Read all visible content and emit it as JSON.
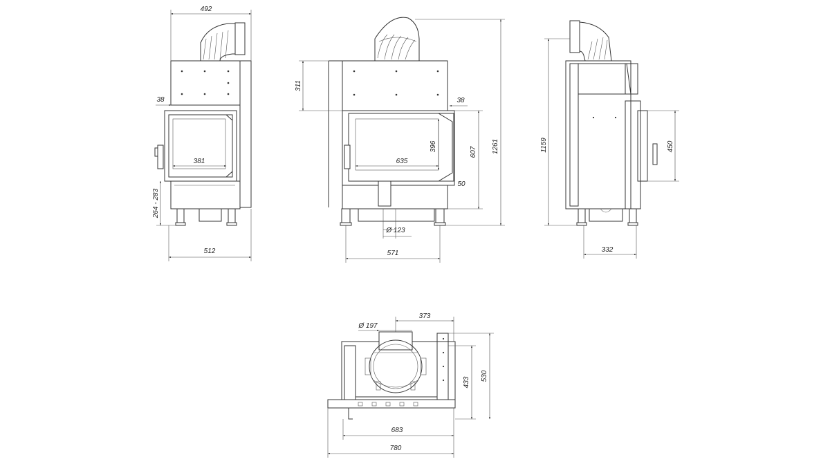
{
  "dimensions": {
    "front_top_width": "492",
    "front_side_offset": "38",
    "front_glass_width": "381",
    "front_foot_height": "264 - 283",
    "front_bottom_width": "512",
    "mid_upper_height": "311",
    "mid_side_offset": "38",
    "mid_glass_height": "396",
    "mid_glass_width": "635",
    "mid_door_height": "607",
    "mid_total_height": "1261",
    "mid_bottom_offset": "50",
    "mid_flue_diameter": "Ø 123",
    "mid_bottom_width": "571",
    "side_total_height": "1159",
    "side_duct_height": "450",
    "side_depth": "332",
    "top_flue_diameter": "Ø 197",
    "top_flue_offset": "373",
    "top_inner_depth": "433",
    "top_total_depth": "530",
    "top_inner_width": "683",
    "top_total_width": "780"
  },
  "colors": {
    "line": "#333333",
    "background": "#ffffff"
  }
}
